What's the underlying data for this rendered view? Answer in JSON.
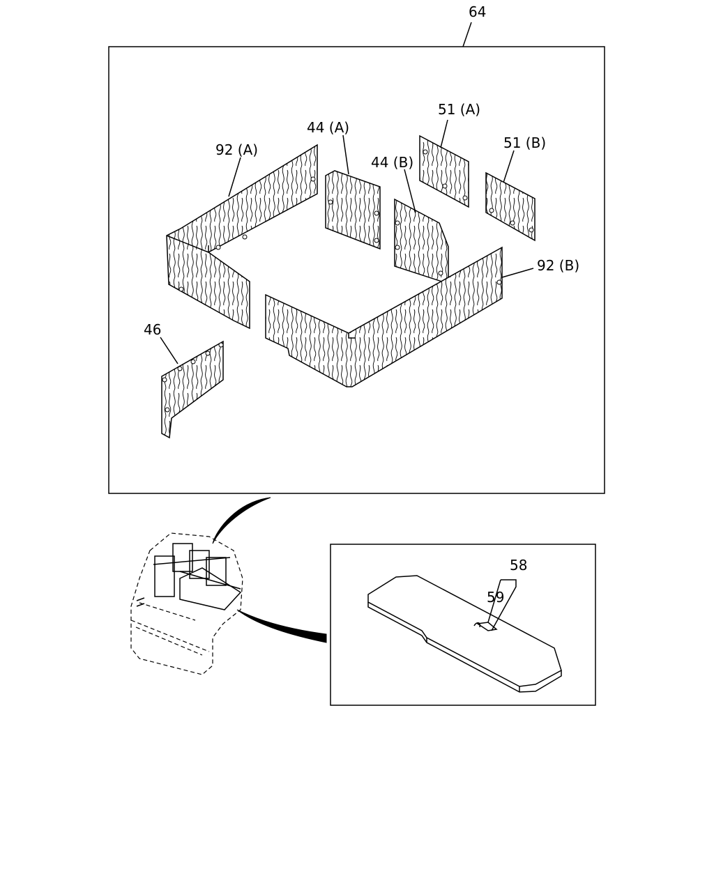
{
  "labels": {
    "l64": "64",
    "l92a": "92 (A)",
    "l44a": "44 (A)",
    "l44b": "44 (B)",
    "l51a": "51 (A)",
    "l51b": "51 (B)",
    "l92b": "92 (B)",
    "l46": "46",
    "l58": "58",
    "l59": "59"
  }
}
